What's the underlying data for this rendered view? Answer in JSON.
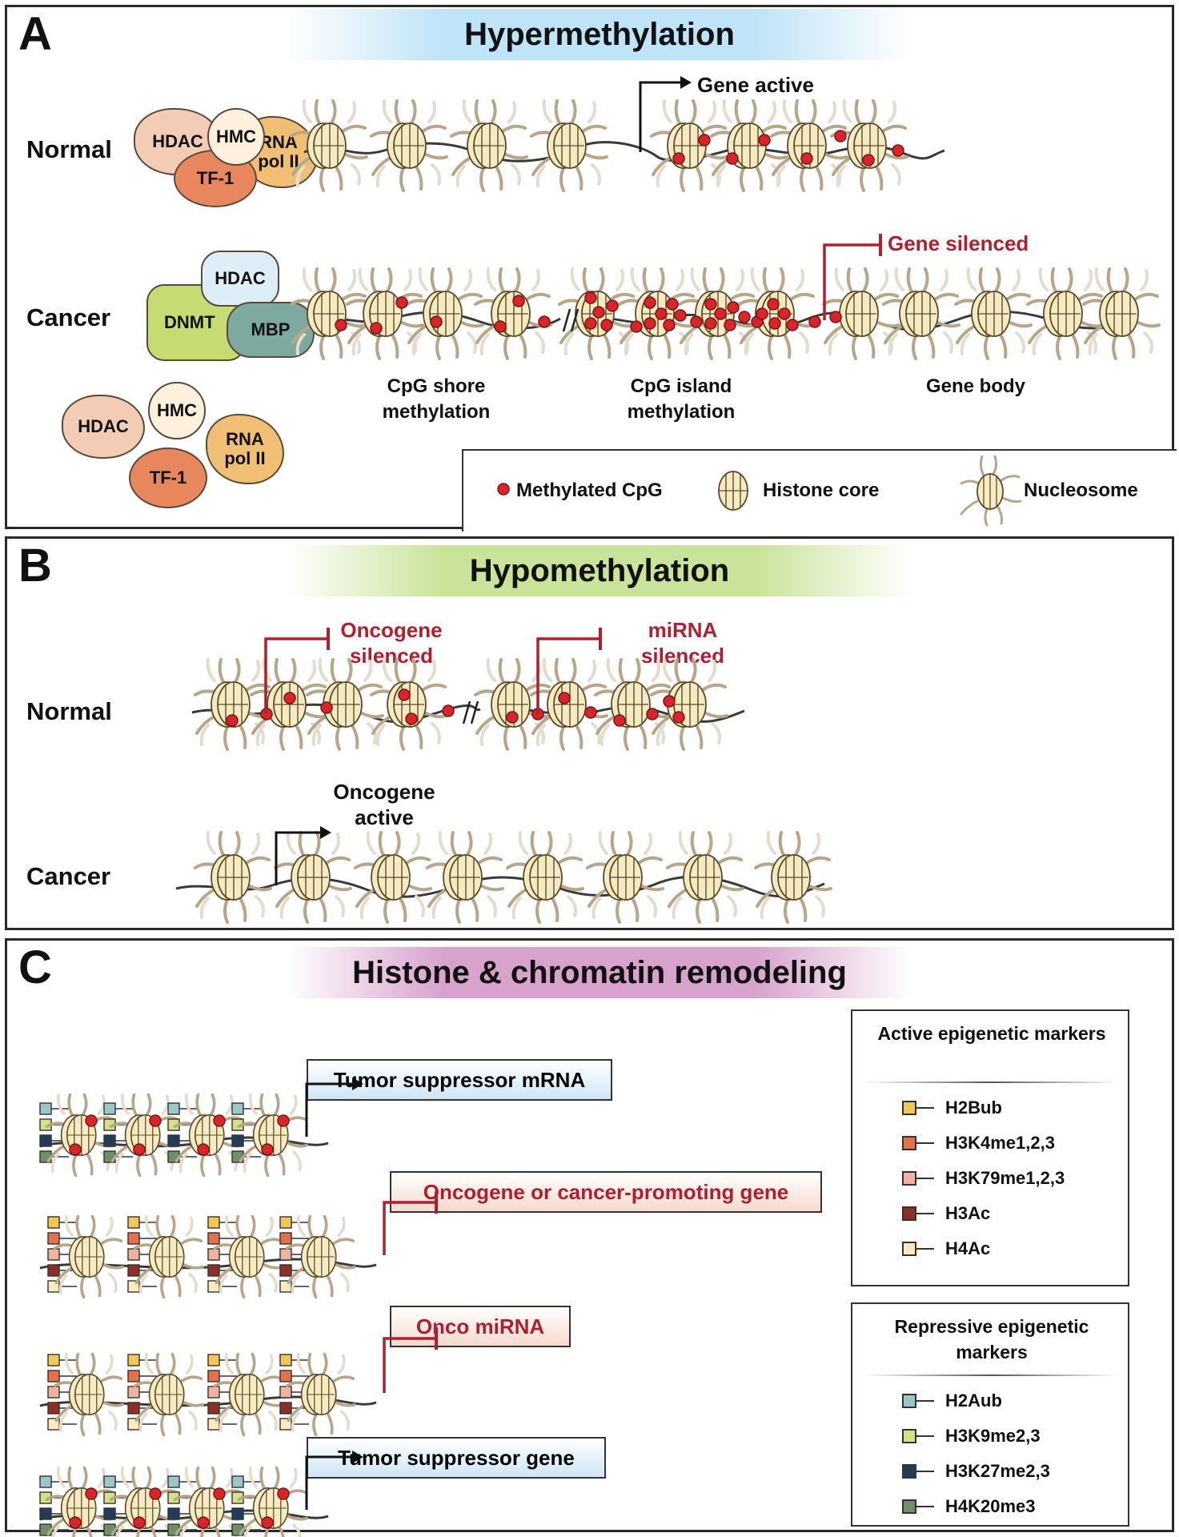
{
  "panel_a": {
    "letter": "A",
    "title": "Hypermethylation",
    "normal_label": "Normal",
    "cancer_label": "Cancer",
    "gene_active": "Gene active",
    "gene_silenced": "Gene silenced",
    "normal_complex": {
      "hdac": "HDAC",
      "hmc": "HMC",
      "tf1": "TF-1",
      "rnapol": "RNA pol II"
    },
    "cancer_complex": {
      "hdac": "HDAC",
      "dnmt": "DNMT",
      "mbp": "MBP"
    },
    "free_complex": {
      "hdac": "HDAC",
      "hmc": "HMC",
      "tf1": "TF-1",
      "rnapol": "RNA pol II"
    },
    "captions": {
      "shore": "CpG shore methylation",
      "island": "CpG island methylation",
      "body": "Gene body"
    },
    "legend": {
      "methylated": "Methylated CpG",
      "histone": "Histone core",
      "nucleosome": "Nucleosome"
    }
  },
  "panel_b": {
    "letter": "B",
    "title": "Hypomethylation",
    "normal_label": "Normal",
    "cancer_label": "Cancer",
    "oncogene_silenced": "Oncogene silenced",
    "mirna_silenced": "miRNA silenced",
    "oncogene_active": "Oncogene active"
  },
  "panel_c": {
    "letter": "C",
    "title": "Histone & chromatin remodeling",
    "genes": {
      "tumor_mrna": "Tumor suppressor mRNA",
      "oncogene": "Oncogene or cancer-promoting gene",
      "onco_mirna": "Onco miRNA",
      "tumor_gene": "Tumor suppressor gene"
    },
    "active_legend": {
      "title": "Active epigenetic markers",
      "items": [
        {
          "label": "H2Bub",
          "color": "#f3c65a"
        },
        {
          "label": "H3K4me1,2,3",
          "color": "#e3714a"
        },
        {
          "label": "H3K79me1,2,3",
          "color": "#f2b39e"
        },
        {
          "label": "H3Ac",
          "color": "#8e2f24"
        },
        {
          "label": "H4Ac",
          "color": "#fbecc0"
        }
      ]
    },
    "repressive_legend": {
      "title": "Repressive epigenetic markers",
      "items": [
        {
          "label": "H2Aub",
          "color": "#9cc7c9"
        },
        {
          "label": "H3K9me2,3",
          "color": "#d3e383"
        },
        {
          "label": "H3K27me2,3",
          "color": "#213d58"
        },
        {
          "label": "H4K20me3",
          "color": "#6f9065"
        }
      ]
    }
  },
  "colors": {
    "methyl": "#d9252a",
    "silenced": "#b01f2e",
    "histone": "#f6eac0",
    "tail": "#b8a688"
  }
}
